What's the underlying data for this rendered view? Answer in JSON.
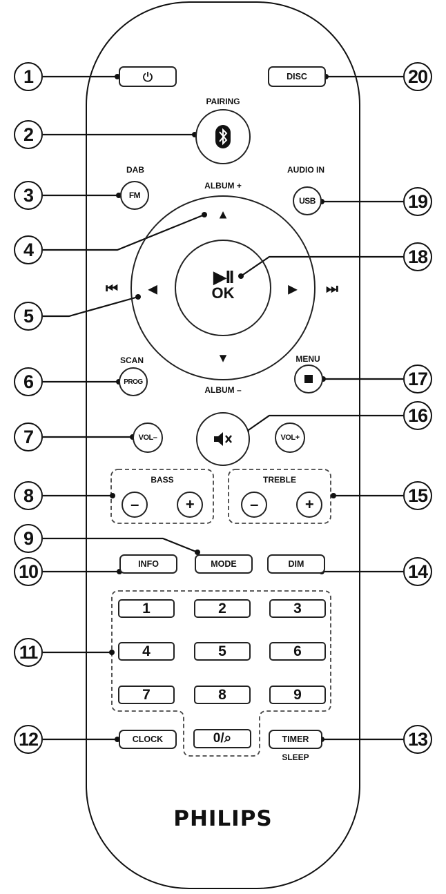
{
  "callouts": [
    "1",
    "2",
    "3",
    "4",
    "5",
    "6",
    "7",
    "8",
    "9",
    "10",
    "11",
    "12",
    "13",
    "14",
    "15",
    "16",
    "17",
    "18",
    "19",
    "20"
  ],
  "buttons": {
    "disc": "DISC",
    "fm": "FM",
    "usb": "USB",
    "prog": "PROG",
    "vol_minus": "VOL–",
    "vol_plus": "VOL+",
    "bass_minus": "–",
    "bass_plus": "+",
    "treble_minus": "–",
    "treble_plus": "+",
    "info": "INFO",
    "mode": "MODE",
    "dim": "DIM",
    "clock": "CLOCK",
    "timer": "TIMER",
    "play_pause_symbol": "▶II",
    "ok": "OK",
    "digits": [
      "1",
      "2",
      "3",
      "4",
      "5",
      "6",
      "7",
      "8",
      "9"
    ],
    "zero_search": "0/⌕"
  },
  "labels": {
    "pairing": "PAIRING",
    "dab": "DAB",
    "audio_in": "AUDIO IN",
    "album_plus": "ALBUM +",
    "album_minus": "ALBUM –",
    "scan": "SCAN",
    "menu": "MENU",
    "bass": "BASS",
    "treble": "TREBLE",
    "sleep": "SLEEP",
    "brand": "PHILIPS"
  },
  "glyphs": {
    "prev": "⏮",
    "next": "⏭",
    "left": "◀",
    "right": "▶",
    "up": "▲",
    "down": "▼"
  },
  "icons": [
    "power-icon",
    "bluetooth-icon",
    "mute-icon",
    "stop-icon",
    "magnifier-icon"
  ]
}
